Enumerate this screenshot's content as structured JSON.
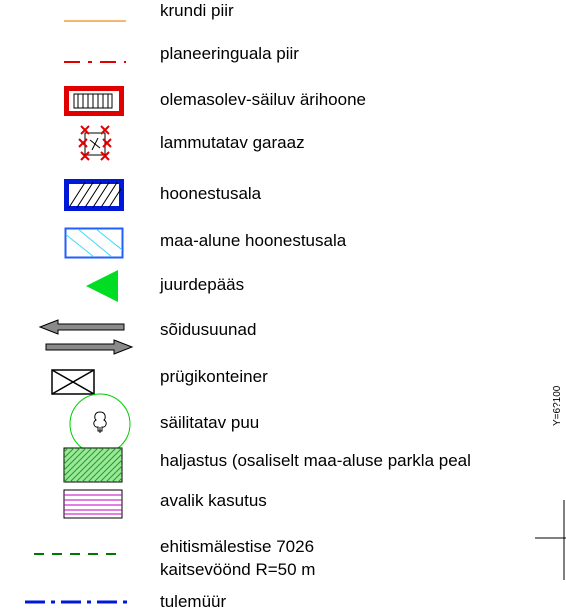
{
  "legend": {
    "items": [
      {
        "label": "krundi piir",
        "icon": "orange-line",
        "color": "#f0a040"
      },
      {
        "label": "planeeringuala piir",
        "icon": "red-dash-dot-line",
        "color": "#e00000"
      },
      {
        "label": "olemasolev-säiluv ärihoone",
        "icon": "red-hatched-rect",
        "color": "#e00000"
      },
      {
        "label": "lammutatav garaaz",
        "icon": "demolish-garage-icon",
        "color": "#e00000"
      },
      {
        "label": "hoonestusala",
        "icon": "blue-hatched-rect",
        "color": "#0018d8"
      },
      {
        "label": "maa-alune hoonestusala",
        "icon": "cyan-hatched-rect",
        "color": "#2080ff"
      },
      {
        "label": "juurdepääs",
        "icon": "green-triangle",
        "color": "#00dd22"
      },
      {
        "label": "sõidusuunad",
        "icon": "double-arrow",
        "color": "#8a8a8a"
      },
      {
        "label": "prügikonteiner",
        "icon": "container-x-rect",
        "color": "#000000"
      },
      {
        "label": "säilitatav puu",
        "icon": "tree-circle",
        "color": "#00cc00"
      },
      {
        "label": "haljastus (osaliselt maa-aluse parkla peal",
        "icon": "green-hatched-rect",
        "color": "#28b828"
      },
      {
        "label": "avalik kasutus",
        "icon": "magenta-lined-rect",
        "color": "#c000c0"
      },
      {
        "label": "ehitismälestise 7026",
        "label2": "kaitsevöönd R=50 m",
        "icon": "green-dashed-line",
        "color": "#007700"
      },
      {
        "label": "tulemüür",
        "icon": "blue-dash-dot-line",
        "color": "#0018d8"
      }
    ]
  },
  "coord_label": "Y=6?100"
}
